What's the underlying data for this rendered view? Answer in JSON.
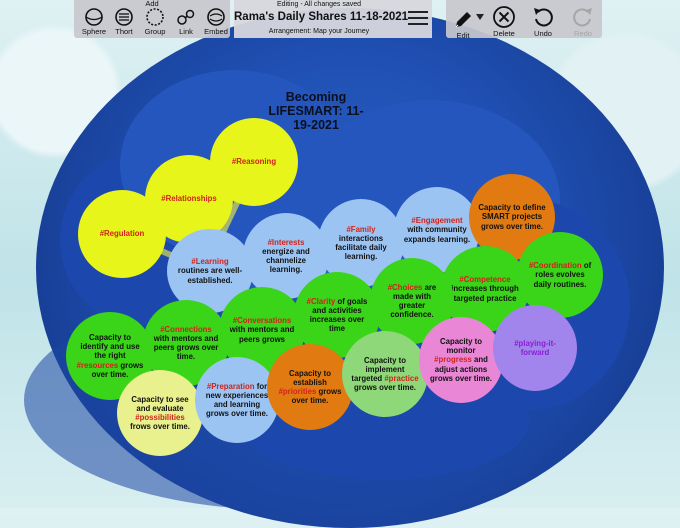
{
  "toolbar": {
    "add_label": "Add",
    "sphere_label": "Sphere",
    "thort_label": "Thort",
    "group_label": "Group",
    "link_label": "Link",
    "embed_label": "Embed",
    "edit_label": "Edit",
    "delete_label": "Delete",
    "undo_label": "Undo",
    "redo_label": "Redo"
  },
  "header": {
    "status": "Editing - All changes saved",
    "title": "Rama's Daily Shares 11-18-2021",
    "arrangement": "Arrangement: Map your Journey"
  },
  "map": {
    "title": "Becoming LIFESMART: 11-19-2021",
    "bubbles": {
      "reasoning": {
        "tag": "#Reasoning",
        "text": ""
      },
      "relationships": {
        "tag": "#Relationships",
        "text": ""
      },
      "regulation": {
        "tag": "#Regulation",
        "text": ""
      },
      "learning": {
        "tag": "#Learning",
        "text": "routines are well-established."
      },
      "interests": {
        "tag": "#Interests",
        "text": "energize and channelize learning."
      },
      "family": {
        "tag": "#Family",
        "text": "interactions facilitate daily learning."
      },
      "engagement": {
        "tag": "#Engagement",
        "text": "with community expands learning."
      },
      "smart": {
        "text": "Capacity to define SMART projects grows over time."
      },
      "competence": {
        "tag": "#Competence",
        "text": "increases through targeted practice"
      },
      "coordination": {
        "tag": "#Coordination",
        "text": "of roles evolves daily routines."
      },
      "choices": {
        "tag": "#Choices",
        "text_after": "are made with greater confidence."
      },
      "clarity": {
        "tag": "#Clarity",
        "text_after": "of goals and activities increases over time"
      },
      "conversations": {
        "tag": "#Conversations",
        "text": "with mentors and peers grows"
      },
      "connections": {
        "tag": "#Connections",
        "text_after": "with mentors and peers grows over time."
      },
      "resources": {
        "text_before": "Capacity to identify and use the right",
        "tag": "#resources",
        "text_after": "grows over time."
      },
      "possibilities": {
        "text_before": "Capacity to see and evaluate",
        "tag": "#possibilities",
        "text_after": "frows over time."
      },
      "preparation": {
        "tag": "#Preparation",
        "text_after": "for new experiences and learning grows over time."
      },
      "priorities": {
        "text_before": "Capacity to establish",
        "tag": "#priorities",
        "text_after": "grows over time."
      },
      "practice": {
        "text_before": "Capacity to implement targeted",
        "tag": "#practice",
        "text_after": "grows over time."
      },
      "progress": {
        "text_before": "Capacity to monitor",
        "tag": "#progress",
        "text_after": "and adjust actions grows over time."
      },
      "playing": {
        "tag": "#playing-it-forward"
      }
    }
  },
  "colors": {
    "yellow": "#e7f51a",
    "light_blue": "#9cc4f2",
    "green": "#3ad418",
    "orange": "#e27a12",
    "pink": "#ea86d6",
    "violet": "#a184ec",
    "pale_green": "#8fd87a",
    "pale_yellow": "#e9f08e",
    "tag_red": "#d1231a"
  }
}
